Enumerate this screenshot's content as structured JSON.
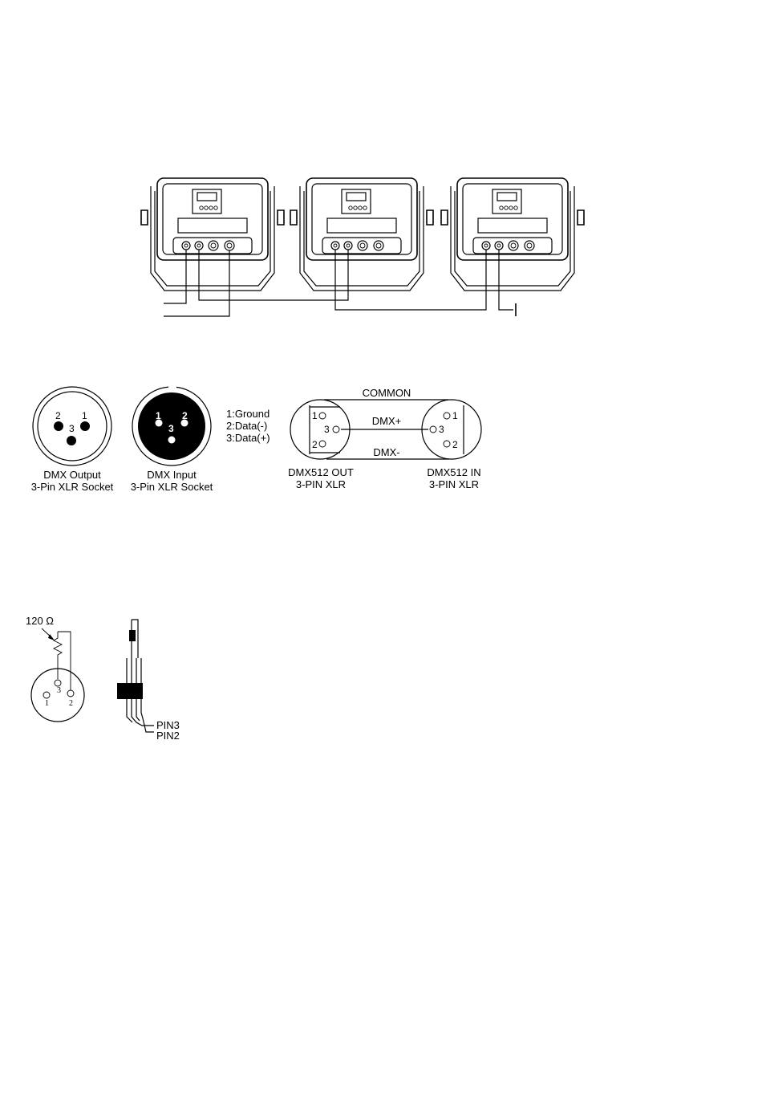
{
  "pin_map": {
    "line1": "1:Ground",
    "line2": "2:Data(-)",
    "line3": "3:Data(+)"
  },
  "dmx_output": {
    "caption1": "DMX Output",
    "caption2": "3-Pin XLR Socket",
    "pins": [
      "2",
      "1",
      "3"
    ]
  },
  "dmx_input": {
    "caption1": "DMX Input",
    "caption2": "3-Pin XLR Socket",
    "pins": [
      "1",
      "2",
      "3"
    ]
  },
  "wiring": {
    "common": "COMMON",
    "dmx_plus": "DMX+",
    "dmx_minus": "DMX-",
    "out_caption1": "DMX512 OUT",
    "out_caption2": "3-PIN XLR",
    "in_caption1": "DMX512 IN",
    "in_caption2": "3-PIN XLR",
    "out_pins": [
      "1",
      "3",
      "2"
    ],
    "in_pins": [
      "1",
      "3",
      "2"
    ]
  },
  "terminator": {
    "resistor_label": "120 Ω",
    "pins": [
      "3",
      "1",
      "2"
    ],
    "pin3_label": "PIN3",
    "pin2_label": "PIN2"
  }
}
